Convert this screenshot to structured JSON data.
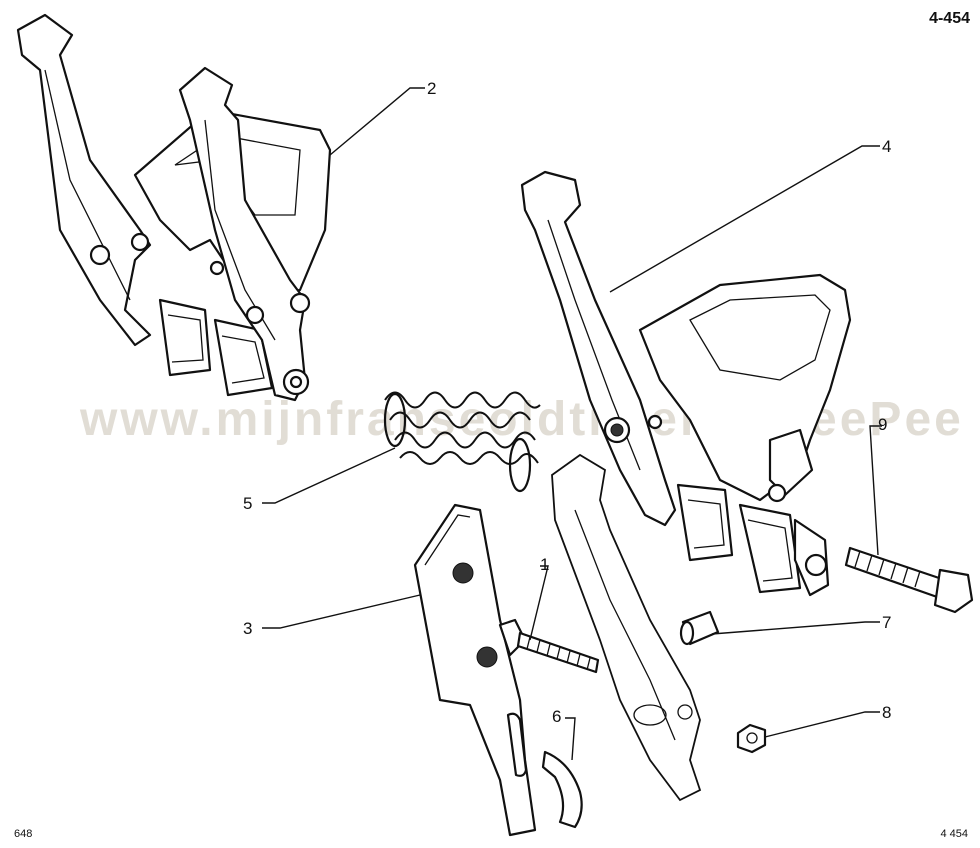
{
  "drawing": {
    "reference_top": "4-454",
    "code_bottom_left": "648",
    "reference_bottom_right": "4 454",
    "watermark": "www.mijnfranseoldtimer.nl JeePee"
  },
  "callouts": [
    {
      "id": "1",
      "label": "1"
    },
    {
      "id": "2",
      "label": "2"
    },
    {
      "id": "3",
      "label": "3"
    },
    {
      "id": "4",
      "label": "4"
    },
    {
      "id": "5",
      "label": "5"
    },
    {
      "id": "6",
      "label": "6"
    },
    {
      "id": "7",
      "label": "7"
    },
    {
      "id": "8",
      "label": "8"
    },
    {
      "id": "9",
      "label": "9"
    }
  ]
}
